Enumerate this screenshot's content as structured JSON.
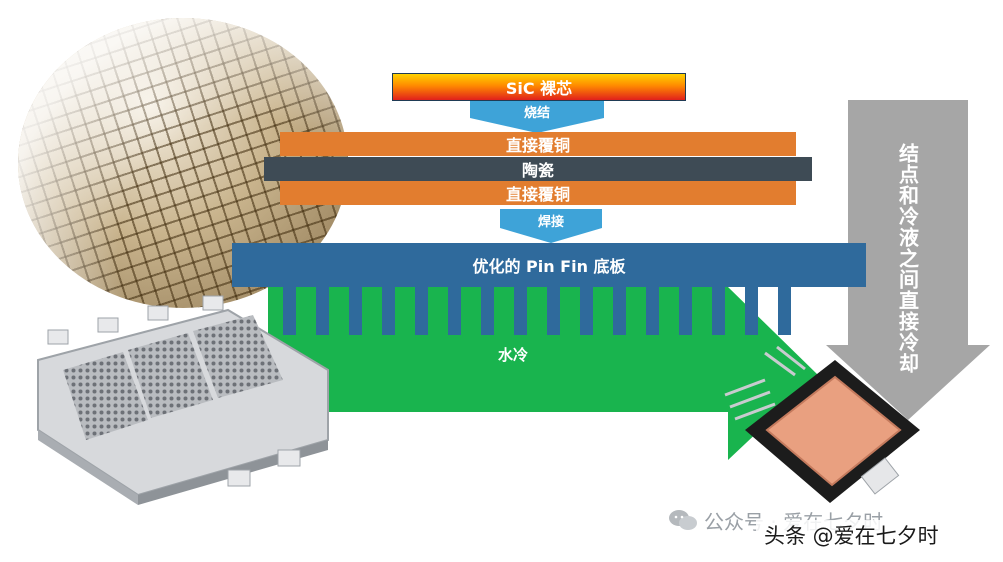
{
  "layers": {
    "die": "SiC 裸芯",
    "sinter": "烧结",
    "copper_top": "直接覆铜",
    "ceramic": "陶瓷",
    "copper_bottom": "直接覆铜",
    "solder": "焊接",
    "baseplate": "优化的 Pin Fin 底板",
    "coolant": "水冷"
  },
  "side_arrow": {
    "label": "结点和冷液之间直接冷却"
  },
  "watermarks": {
    "account": "公众号 · 爱在七夕时",
    "byline": "头条 @爱在七夕时"
  },
  "colors": {
    "coolant_green": "#19b44e",
    "copper_orange": "#e27d2f",
    "ceramic_gray": "#3e4b55",
    "baseplate_blue": "#2f6a9c",
    "side_arrow_gray": "#a6a6a6"
  }
}
